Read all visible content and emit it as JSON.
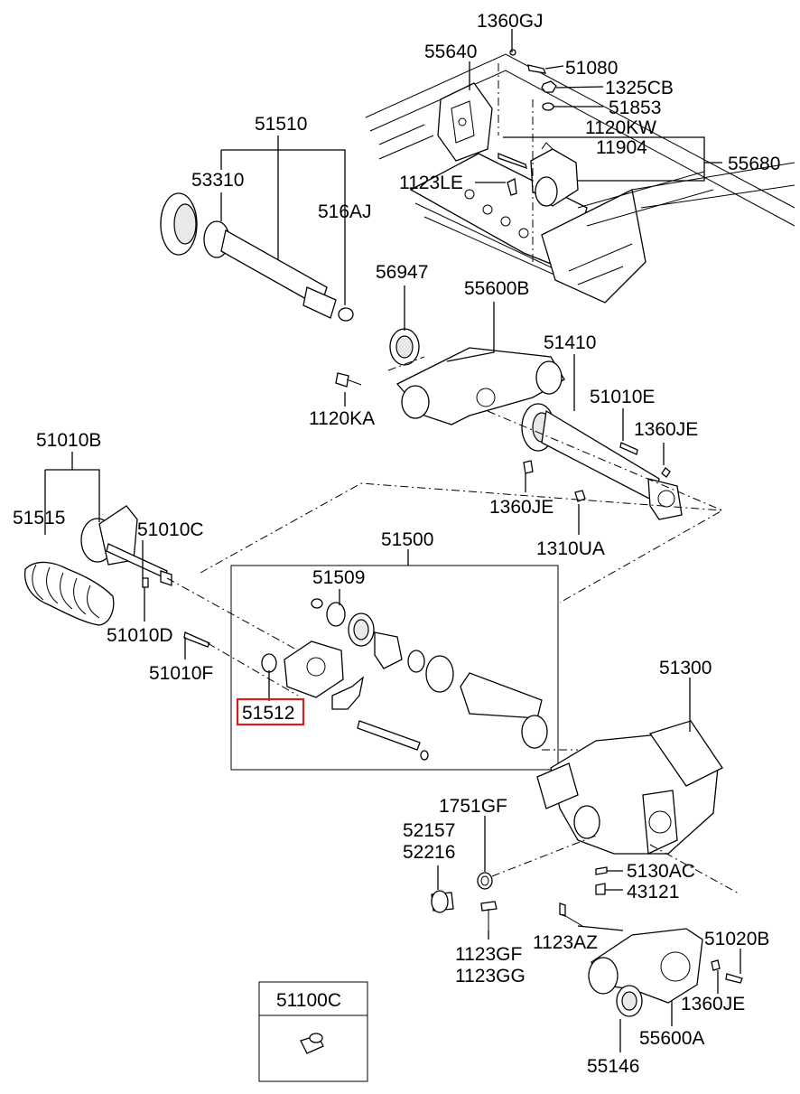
{
  "labels": {
    "p1360GJ": "1360GJ",
    "p55640": "55640",
    "p51080": "51080",
    "p1325CB": "1325CB",
    "p51853": "51853",
    "p1120KW": "1120KW",
    "p11904": "11904",
    "p55680": "55680",
    "p1123LE": "1123LE",
    "p51510": "51510",
    "p53310": "53310",
    "p516AJ": "516AJ",
    "p56947": "56947",
    "p55600B": "55600B",
    "p51410": "51410",
    "p51010E": "51010E",
    "p1360JE_a": "1360JE",
    "p1120KA": "1120KA",
    "p1360JE_b": "1360JE",
    "p1310UA": "1310UA",
    "p51010B": "51010B",
    "p51515": "51515",
    "p51010C": "51010C",
    "p51500": "51500",
    "p51509": "51509",
    "p51010D": "51010D",
    "p51010F": "51010F",
    "p51512": "51512",
    "p51300": "51300",
    "p1751GF": "1751GF",
    "p52157": "52157",
    "p52216": "52216",
    "p5130AC": "5130AC",
    "p43121": "43121",
    "p1123AZ": "1123AZ",
    "p51020B": "51020B",
    "p1123GF": "1123GF",
    "p1123GG": "1123GG",
    "p1360JE_c": "1360JE",
    "p51100C": "51100C",
    "p55600A": "55600A",
    "p55146": "55146"
  },
  "highlight": {
    "part": "51512",
    "color": "#d62020"
  }
}
